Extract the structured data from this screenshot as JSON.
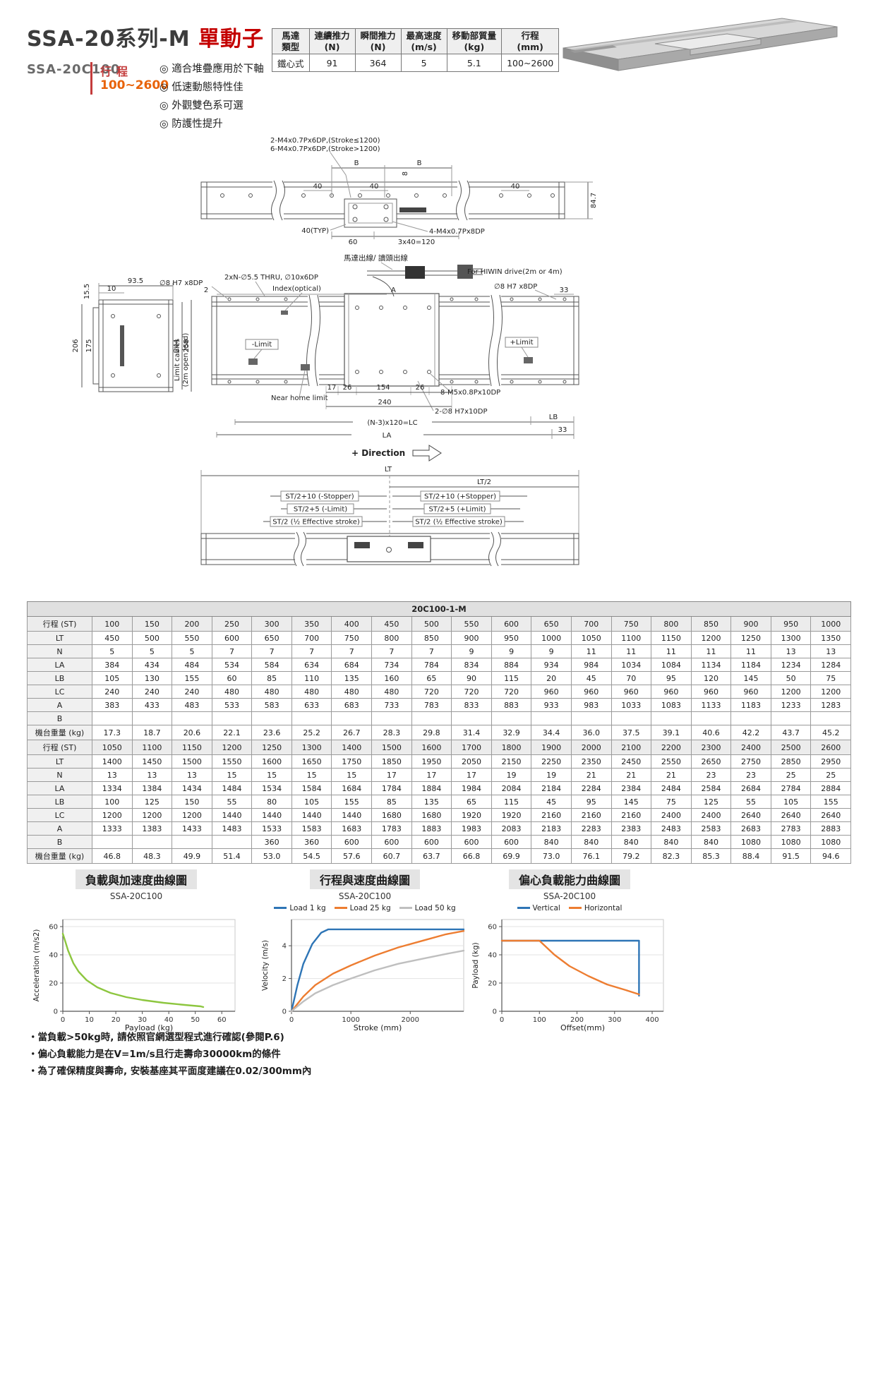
{
  "header": {
    "title_black": "SSA-20系列-M",
    "title_red": "單動子",
    "model": "SSA-20C100",
    "stroke_label": "行程",
    "stroke_value": "100~2600",
    "features": [
      "◎ 適合堆疊應用於下軸",
      "◎ 低速動態特性佳",
      "◎ 外觀雙色系可選",
      "◎ 防護性提升"
    ]
  },
  "spec_table": {
    "headers": [
      "馬達\n類型",
      "連續推力\n(N)",
      "瞬間推力\n(N)",
      "最高速度\n(m/s)",
      "移動部質量\n(kg)",
      "行程\n(mm)"
    ],
    "row": [
      "鐵心式",
      "91",
      "364",
      "5",
      "5.1",
      "100~2600"
    ]
  },
  "drawings": {
    "top_view": {
      "bolt_label_1": "2-M4x0.7Px6DP,(Stroke≤1200)",
      "bolt_label_2": "6-M4x0.7Px6DP,(Stroke>1200)",
      "dim_b_left": "B",
      "dim_b_right": "B",
      "dim_40_1": "40",
      "dim_40_2": "40",
      "dim_40_3": "40",
      "dim_8": "8",
      "dim_84_7": "84.7",
      "dim_40typ": "40(TYP)",
      "dim_60": "60",
      "dim_3x40": "3x40=120",
      "bolt_label_3": "4-M4x0.7Px8DP"
    },
    "side_view": {
      "dim_93_5": "93.5",
      "dim_10": "10",
      "dim_15_5": "15.5",
      "dim_206": "206",
      "dim_175": "175",
      "dim_244": "244",
      "dim_258": "258"
    },
    "plan_view": {
      "cable_label": "馬達出線/ 讀頭出線",
      "drive_label": "For HIWIN drive(2m or 4m)",
      "thru_label": "2xN-∅5.5 THRU, ∅10x6DP",
      "index_label": "Index(optical)",
      "pin_left": "∅8 H7 x8DP",
      "pin_right": "∅8 H7 x8DP",
      "dim_2": "2",
      "dim_a": "A",
      "dim_33_top": "33",
      "limit_minus": "-Limit",
      "limit_plus": "+Limit",
      "limit_cables_1": "Limit cables",
      "limit_cables_2": "(2m open lead)",
      "near_home": "Near home limit",
      "dim_17": "17",
      "dim_26a": "26",
      "dim_154": "154",
      "dim_26b": "26",
      "bolt_8m5": "8-M5x0.8Px10DP",
      "dim_240": "240",
      "pin_bottom": "2-∅8 H7x10DP",
      "dim_lc": "(N-3)x120=LC",
      "dim_la": "LA",
      "dim_lb": "LB",
      "dim_33_bottom": "33",
      "direction": "+ Direction"
    },
    "stroke_view": {
      "lt": "LT",
      "lt_half": "LT/2",
      "stopper_left": "ST/2+10 (-Stopper)",
      "stopper_right": "ST/2+10 (+Stopper)",
      "limit_left": "ST/2+5 (-Limit)",
      "limit_right": "ST/2+5 (+Limit)",
      "effective_left": "ST/2 (½ Effective stroke)",
      "effective_right": "ST/2 (½ Effective stroke)"
    }
  },
  "dim_table": {
    "title": "20C100-1-M",
    "row_labels": [
      "行程 (ST)",
      "LT",
      "N",
      "LA",
      "LB",
      "LC",
      "A",
      "B",
      "機台重量 (kg)"
    ],
    "block1": [
      [
        "100",
        "150",
        "200",
        "250",
        "300",
        "350",
        "400",
        "450",
        "500",
        "550",
        "600",
        "650",
        "700",
        "750",
        "800",
        "850",
        "900",
        "950",
        "1000"
      ],
      [
        "450",
        "500",
        "550",
        "600",
        "650",
        "700",
        "750",
        "800",
        "850",
        "900",
        "950",
        "1000",
        "1050",
        "1100",
        "1150",
        "1200",
        "1250",
        "1300",
        "1350"
      ],
      [
        "5",
        "5",
        "5",
        "7",
        "7",
        "7",
        "7",
        "7",
        "7",
        "9",
        "9",
        "9",
        "11",
        "11",
        "11",
        "11",
        "11",
        "13",
        "13"
      ],
      [
        "384",
        "434",
        "484",
        "534",
        "584",
        "634",
        "684",
        "734",
        "784",
        "834",
        "884",
        "934",
        "984",
        "1034",
        "1084",
        "1134",
        "1184",
        "1234",
        "1284"
      ],
      [
        "105",
        "130",
        "155",
        "60",
        "85",
        "110",
        "135",
        "160",
        "65",
        "90",
        "115",
        "20",
        "45",
        "70",
        "95",
        "120",
        "145",
        "50",
        "75"
      ],
      [
        "240",
        "240",
        "240",
        "480",
        "480",
        "480",
        "480",
        "480",
        "720",
        "720",
        "720",
        "960",
        "960",
        "960",
        "960",
        "960",
        "960",
        "1200",
        "1200"
      ],
      [
        "383",
        "433",
        "483",
        "533",
        "583",
        "633",
        "683",
        "733",
        "783",
        "833",
        "883",
        "933",
        "983",
        "1033",
        "1083",
        "1133",
        "1183",
        "1233",
        "1283"
      ],
      [
        "",
        "",
        "",
        "",
        "",
        "",
        "",
        "",
        "",
        "",
        "",
        "",
        "",
        "",
        "",
        "",
        "",
        "",
        ""
      ],
      [
        "17.3",
        "18.7",
        "20.6",
        "22.1",
        "23.6",
        "25.2",
        "26.7",
        "28.3",
        "29.8",
        "31.4",
        "32.9",
        "34.4",
        "36.0",
        "37.5",
        "39.1",
        "40.6",
        "42.2",
        "43.7",
        "45.2"
      ]
    ],
    "block2": [
      [
        "1050",
        "1100",
        "1150",
        "1200",
        "1250",
        "1300",
        "1400",
        "1500",
        "1600",
        "1700",
        "1800",
        "1900",
        "2000",
        "2100",
        "2200",
        "2300",
        "2400",
        "2500",
        "2600"
      ],
      [
        "1400",
        "1450",
        "1500",
        "1550",
        "1600",
        "1650",
        "1750",
        "1850",
        "1950",
        "2050",
        "2150",
        "2250",
        "2350",
        "2450",
        "2550",
        "2650",
        "2750",
        "2850",
        "2950"
      ],
      [
        "13",
        "13",
        "13",
        "15",
        "15",
        "15",
        "15",
        "17",
        "17",
        "17",
        "19",
        "19",
        "21",
        "21",
        "21",
        "23",
        "23",
        "25",
        "25"
      ],
      [
        "1334",
        "1384",
        "1434",
        "1484",
        "1534",
        "1584",
        "1684",
        "1784",
        "1884",
        "1984",
        "2084",
        "2184",
        "2284",
        "2384",
        "2484",
        "2584",
        "2684",
        "2784",
        "2884"
      ],
      [
        "100",
        "125",
        "150",
        "55",
        "80",
        "105",
        "155",
        "85",
        "135",
        "65",
        "115",
        "45",
        "95",
        "145",
        "75",
        "125",
        "55",
        "105",
        "155"
      ],
      [
        "1200",
        "1200",
        "1200",
        "1440",
        "1440",
        "1440",
        "1440",
        "1680",
        "1680",
        "1920",
        "1920",
        "2160",
        "2160",
        "2160",
        "2400",
        "2400",
        "2640",
        "2640",
        "2640"
      ],
      [
        "1333",
        "1383",
        "1433",
        "1483",
        "1533",
        "1583",
        "1683",
        "1783",
        "1883",
        "1983",
        "2083",
        "2183",
        "2283",
        "2383",
        "2483",
        "2583",
        "2683",
        "2783",
        "2883"
      ],
      [
        "",
        "",
        "",
        "",
        "360",
        "360",
        "600",
        "600",
        "600",
        "600",
        "600",
        "840",
        "840",
        "840",
        "840",
        "840",
        "1080",
        "1080",
        "1080"
      ],
      [
        "46.8",
        "48.3",
        "49.9",
        "51.4",
        "53.0",
        "54.5",
        "57.6",
        "60.7",
        "63.7",
        "66.8",
        "69.9",
        "73.0",
        "76.1",
        "79.2",
        "82.3",
        "85.3",
        "88.4",
        "91.5",
        "94.6"
      ]
    ]
  },
  "chart_data": [
    {
      "type": "line",
      "title": "負載與加速度曲線圖",
      "subtitle": "SSA-20C100",
      "xlabel": "Payload (kg)",
      "ylabel": "Acceleration (m/s2)",
      "xlim": [
        0,
        65
      ],
      "ylim": [
        0,
        65
      ],
      "xticks": [
        0,
        10,
        20,
        30,
        40,
        50,
        60
      ],
      "yticks": [
        0,
        20,
        40,
        60
      ],
      "series": [
        {
          "name": "Acceleration",
          "color": "#8dc63f",
          "points": [
            [
              0,
              55
            ],
            [
              1,
              49
            ],
            [
              2,
              43
            ],
            [
              4,
              34
            ],
            [
              6,
              28
            ],
            [
              9,
              22
            ],
            [
              13,
              17
            ],
            [
              18,
              13
            ],
            [
              24,
              10
            ],
            [
              30,
              8
            ],
            [
              38,
              6
            ],
            [
              46,
              4.5
            ],
            [
              52,
              3.5
            ],
            [
              53,
              3
            ]
          ]
        }
      ]
    },
    {
      "type": "line",
      "title": "行程與速度曲線圖",
      "subtitle": "SSA-20C100",
      "xlabel": "Stroke (mm)",
      "ylabel": "Velocity (m/s)",
      "xlim": [
        0,
        2900
      ],
      "ylim": [
        0,
        5.6
      ],
      "xticks": [
        0,
        1000,
        2000
      ],
      "yticks": [
        0,
        2,
        4
      ],
      "legend": [
        "Load 1 kg",
        "Load 25 kg",
        "Load 50 kg"
      ],
      "series": [
        {
          "name": "Load 1 kg",
          "color": "#2e75b6",
          "points": [
            [
              0,
              0
            ],
            [
              100,
              1.6
            ],
            [
              200,
              2.9
            ],
            [
              350,
              4.1
            ],
            [
              500,
              4.8
            ],
            [
              620,
              5
            ],
            [
              2900,
              5
            ]
          ]
        },
        {
          "name": "Load 25 kg",
          "color": "#ed7d31",
          "points": [
            [
              0,
              0
            ],
            [
              200,
              0.9
            ],
            [
              400,
              1.6
            ],
            [
              700,
              2.3
            ],
            [
              1000,
              2.8
            ],
            [
              1400,
              3.4
            ],
            [
              1800,
              3.9
            ],
            [
              2200,
              4.3
            ],
            [
              2600,
              4.7
            ],
            [
              2900,
              4.9
            ]
          ]
        },
        {
          "name": "Load 50 kg",
          "color": "#bfbfbf",
          "points": [
            [
              0,
              0
            ],
            [
              200,
              0.6
            ],
            [
              400,
              1.1
            ],
            [
              700,
              1.6
            ],
            [
              1000,
              2.0
            ],
            [
              1400,
              2.5
            ],
            [
              1800,
              2.9
            ],
            [
              2200,
              3.2
            ],
            [
              2600,
              3.5
            ],
            [
              2900,
              3.7
            ]
          ]
        }
      ]
    },
    {
      "type": "line",
      "title": "偏心負載能力曲線圖",
      "subtitle": "SSA-20C100",
      "xlabel": "Offset(mm)",
      "ylabel": "Payload (kg)",
      "xlim": [
        0,
        430
      ],
      "ylim": [
        0,
        65
      ],
      "xticks": [
        0,
        100,
        200,
        300,
        400
      ],
      "yticks": [
        0,
        20,
        40,
        60
      ],
      "legend": [
        "Vertical",
        "Horizontal"
      ],
      "series": [
        {
          "name": "Vertical",
          "color": "#2e75b6",
          "points": [
            [
              0,
              50
            ],
            [
              365,
              50
            ],
            [
              365,
              11
            ]
          ]
        },
        {
          "name": "Horizontal",
          "color": "#ed7d31",
          "points": [
            [
              0,
              50
            ],
            [
              100,
              50
            ],
            [
              140,
              40
            ],
            [
              180,
              32
            ],
            [
              230,
              25
            ],
            [
              280,
              19
            ],
            [
              330,
              15
            ],
            [
              365,
              12
            ]
          ]
        }
      ]
    }
  ],
  "notes": [
    "・當負載>50kg時, 請依照官網選型程式進行確認(參閱P.6)",
    "・偏心負載能力是在V=1m/s且行走壽命30000km的條件",
    "・為了確保精度與壽命, 安裝基座其平面度建議在0.02/300mm內"
  ]
}
